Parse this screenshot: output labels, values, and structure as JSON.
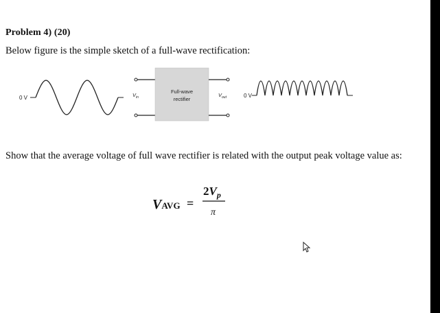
{
  "problem": {
    "heading": "Problem 4) (20)",
    "intro": "Below figure is the simple sketch of a full-wave rectification:",
    "question": "Show that the average voltage of full wave rectifier is related with the output peak voltage value as:"
  },
  "figure": {
    "input_zero_label": "0 V",
    "input_voltage_label": "V",
    "input_voltage_sub": "in",
    "block_label_line1": "Full-wave",
    "block_label_line2": "rectifier",
    "output_voltage_label": "V",
    "output_voltage_sub": "out",
    "output_zero_label": "0 V"
  },
  "formula": {
    "lhs_main": "V",
    "lhs_sub": "AVG",
    "equals": "=",
    "numerator_coef": "2",
    "numerator_var": "V",
    "numerator_sub": "p",
    "denominator": "π"
  },
  "icons": {
    "cursor": "mouse-pointer-icon"
  },
  "colors": {
    "page": "#ffffff",
    "background": "#000000",
    "block_fill": "#d7d7d7"
  }
}
